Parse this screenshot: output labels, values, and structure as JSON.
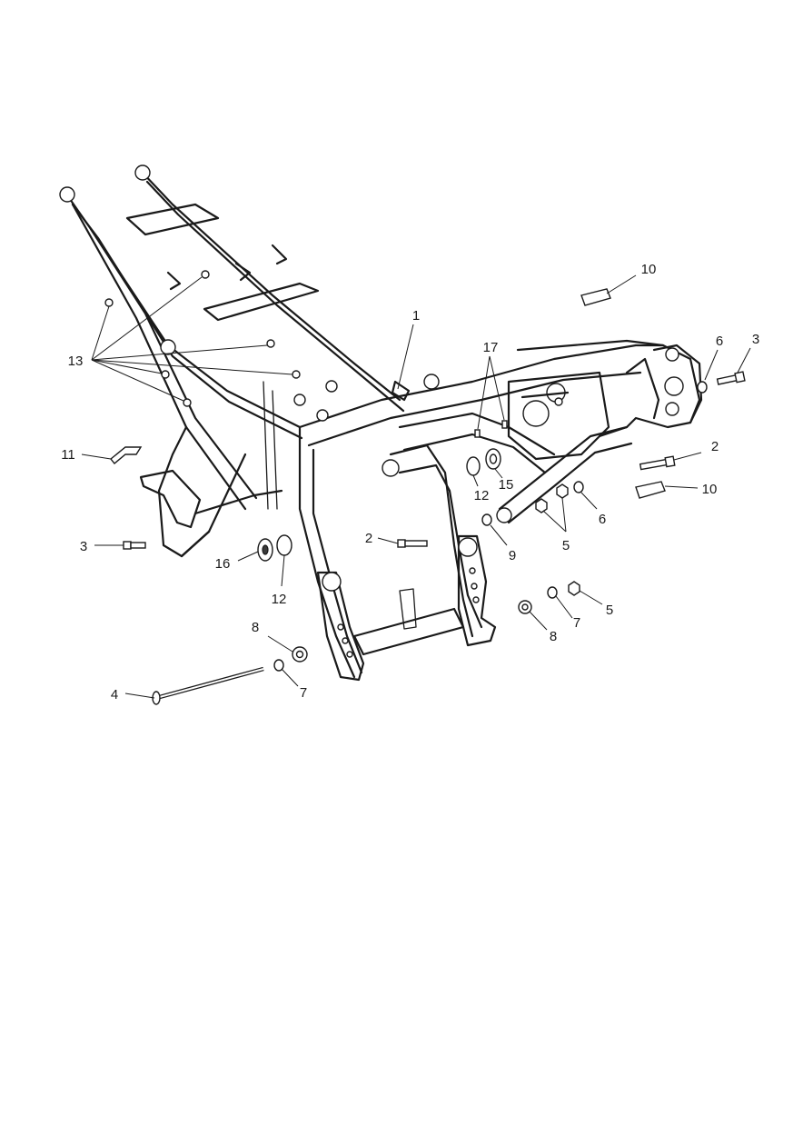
{
  "diagram": {
    "callouts": [
      {
        "id": "c1",
        "label": "1"
      },
      {
        "id": "c2a",
        "label": "2"
      },
      {
        "id": "c2b",
        "label": "2"
      },
      {
        "id": "c3a",
        "label": "3"
      },
      {
        "id": "c3b",
        "label": "3"
      },
      {
        "id": "c4",
        "label": "4"
      },
      {
        "id": "c5a",
        "label": "5"
      },
      {
        "id": "c5b",
        "label": "5"
      },
      {
        "id": "c6a",
        "label": "6"
      },
      {
        "id": "c6b",
        "label": "6"
      },
      {
        "id": "c7a",
        "label": "7"
      },
      {
        "id": "c7b",
        "label": "7"
      },
      {
        "id": "c8a",
        "label": "8"
      },
      {
        "id": "c8b",
        "label": "8"
      },
      {
        "id": "c9",
        "label": "9"
      },
      {
        "id": "c10a",
        "label": "10"
      },
      {
        "id": "c10b",
        "label": "10"
      },
      {
        "id": "c11",
        "label": "11"
      },
      {
        "id": "c12a",
        "label": "12"
      },
      {
        "id": "c12b",
        "label": "12"
      },
      {
        "id": "c13",
        "label": "13"
      },
      {
        "id": "c15",
        "label": "15"
      },
      {
        "id": "c16",
        "label": "16"
      },
      {
        "id": "c17",
        "label": "17"
      }
    ]
  }
}
